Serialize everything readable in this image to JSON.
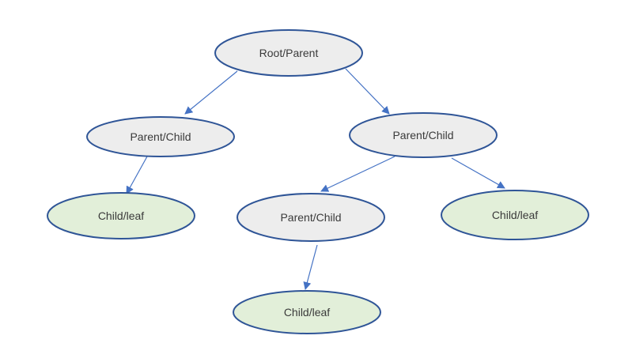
{
  "diagram": {
    "colors": {
      "parent_fill": "#ededed",
      "leaf_fill": "#e2efd9",
      "stroke": "#2f5597",
      "arrow": "#4472c4",
      "text": "#3a3a3a"
    },
    "nodes": [
      {
        "id": "root",
        "label": "Root/Parent",
        "kind": "parent"
      },
      {
        "id": "left-parent",
        "label": "Parent/Child",
        "kind": "parent"
      },
      {
        "id": "right-parent",
        "label": "Parent/Child",
        "kind": "parent"
      },
      {
        "id": "left-leaf",
        "label": "Child/leaf",
        "kind": "leaf"
      },
      {
        "id": "middle-parent",
        "label": "Parent/Child",
        "kind": "parent"
      },
      {
        "id": "right-leaf",
        "label": "Child/leaf",
        "kind": "leaf"
      },
      {
        "id": "bottom-leaf",
        "label": "Child/leaf",
        "kind": "leaf"
      }
    ],
    "edges": [
      {
        "from": "root",
        "to": "left-parent"
      },
      {
        "from": "root",
        "to": "right-parent"
      },
      {
        "from": "left-parent",
        "to": "left-leaf"
      },
      {
        "from": "right-parent",
        "to": "middle-parent"
      },
      {
        "from": "right-parent",
        "to": "right-leaf"
      },
      {
        "from": "middle-parent",
        "to": "bottom-leaf"
      }
    ]
  }
}
